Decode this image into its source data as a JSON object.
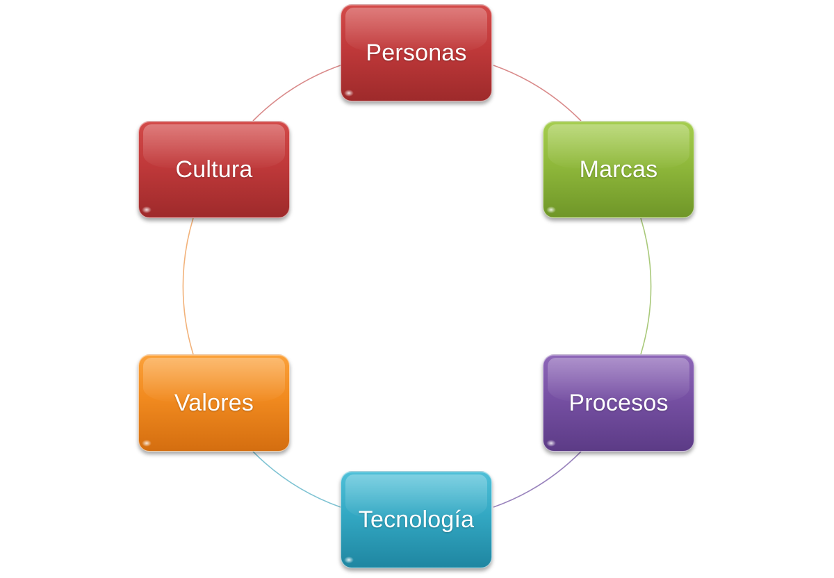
{
  "diagram": {
    "nodes": [
      {
        "id": "personas",
        "label": "Personas",
        "color": "#c0393a"
      },
      {
        "id": "marcas",
        "label": "Marcas",
        "color": "#8fb83b"
      },
      {
        "id": "procesos",
        "label": "Procesos",
        "color": "#7650a3"
      },
      {
        "id": "tecnologia",
        "label": "Tecnología",
        "color": "#33a8c3"
      },
      {
        "id": "valores",
        "label": "Valores",
        "color": "#f18a1f"
      },
      {
        "id": "cultura",
        "label": "Cultura",
        "color": "#c0393a"
      }
    ],
    "connector_colors": {
      "personas_marcas": "#d98a8a",
      "marcas_procesos": "#a9c97a",
      "procesos_tecnologia": "#9a84bd",
      "tecnologia_valores": "#7fc3d3",
      "valores_cultura": "#f2b27a",
      "cultura_personas": "#d98a8a"
    }
  }
}
